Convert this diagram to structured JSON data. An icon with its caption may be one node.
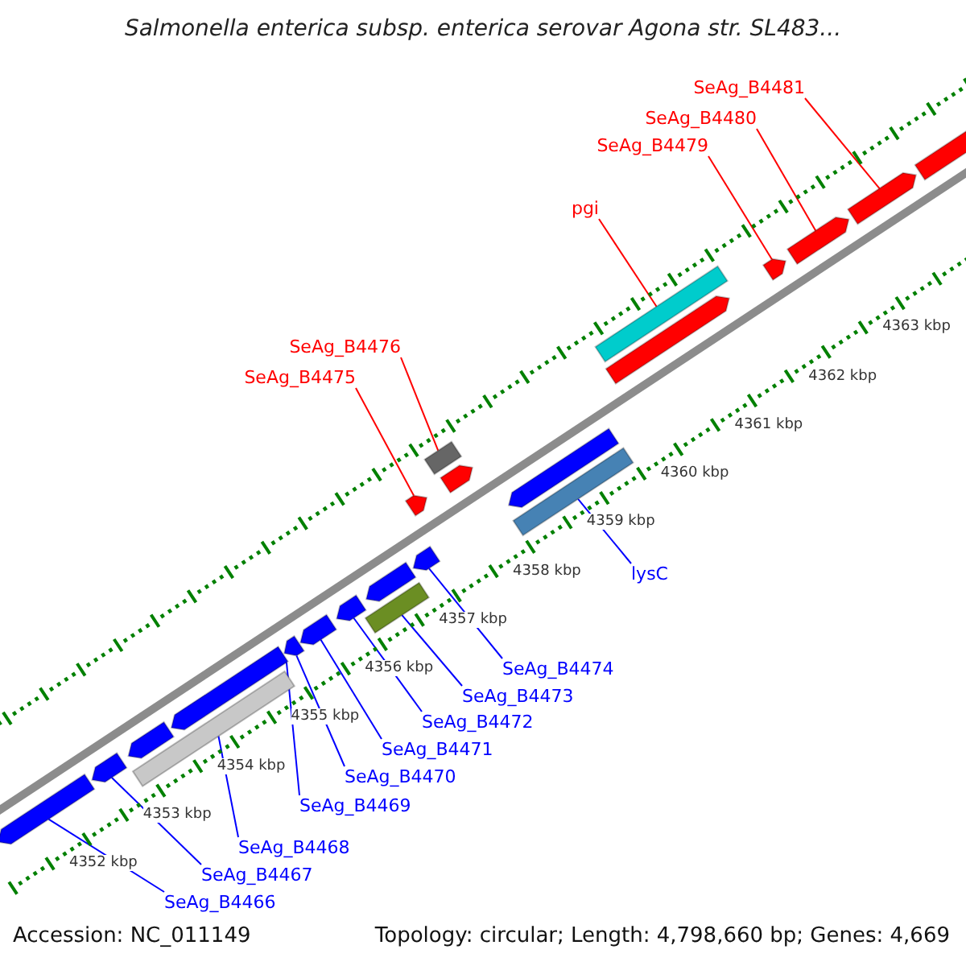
{
  "diagram": {
    "title": "Salmonella enterica subsp. enterica serovar Agona str. SL483...",
    "nodes": [
      {
        "text": [
          "SeAg_B4481"
        ]
      },
      {
        "text": [
          "SeAg_B4480"
        ]
      },
      {
        "text": [
          "SeAg_B4479"
        ]
      },
      {
        "text": [
          "pgi"
        ]
      },
      {
        "text": [
          "SeAg_B4476"
        ]
      },
      {
        "text": [
          "SeAg_B4475"
        ]
      },
      {
        "text": [
          "lysC"
        ]
      },
      {
        "text": [
          "SeAg_B4474"
        ]
      },
      {
        "text": [
          "SeAg_B4473"
        ]
      },
      {
        "text": [
          "SeAg_B4472"
        ]
      },
      {
        "text": [
          "SeAg_B4471"
        ]
      },
      {
        "text": [
          "SeAg_B4470"
        ]
      },
      {
        "text": [
          "SeAg_B4469"
        ]
      },
      {
        "text": [
          "SeAg_B4468"
        ]
      },
      {
        "text": [
          "SeAg_B4467"
        ]
      },
      {
        "text": [
          "SeAg_B4466"
        ]
      },
      {
        "text": [],
        "shape": "arrow"
      },
      {
        "text": [],
        "shape": "arrow"
      },
      {
        "text": [],
        "shape": "bar"
      },
      {
        "text": [],
        "shape": "arrow"
      },
      {
        "text": [],
        "shape": "arrow"
      },
      {
        "text": [],
        "shape": "arrow"
      },
      {
        "text": [],
        "shape": "arrow"
      },
      {
        "text": [],
        "shape": "arrow"
      },
      {
        "text": [],
        "shape": "bar"
      },
      {
        "text": [],
        "shape": "arrow"
      },
      {
        "text": [],
        "shape": "arrow"
      },
      {
        "text": [],
        "shape": "arrow"
      },
      {
        "text": [],
        "shape": "bar"
      },
      {
        "text": [],
        "shape": "arrow"
      },
      {
        "text": [],
        "shape": "arrow"
      },
      {
        "text": [],
        "shape": "bar"
      },
      {
        "text": [],
        "shape": "bar"
      },
      {
        "text": [],
        "shape": "arrow"
      },
      {
        "text": [],
        "shape": "arrow"
      },
      {
        "text": [],
        "shape": "arrow"
      },
      {
        "text": [],
        "shape": "arrow"
      },
      {
        "text": [],
        "shape": "arrow"
      }
    ],
    "edges": [
      {
        "from": 0,
        "to": 36,
        "arrow": "none",
        "color": "#ff0000"
      },
      {
        "from": 1,
        "to": 35,
        "arrow": "none",
        "color": "#ff0000"
      },
      {
        "from": 2,
        "to": 34,
        "arrow": "none",
        "color": "#ff0000"
      },
      {
        "from": 3,
        "to": 32,
        "arrow": "none",
        "color": "#ff0000"
      },
      {
        "from": 4,
        "to": 28,
        "arrow": "none",
        "color": "#ff0000"
      },
      {
        "from": 5,
        "to": 27,
        "arrow": "none",
        "color": "#ff0000"
      },
      {
        "from": 6,
        "to": 31,
        "arrow": "none"
      },
      {
        "from": 7,
        "to": 26,
        "arrow": "none"
      },
      {
        "from": 8,
        "to": 24,
        "arrow": "none"
      },
      {
        "from": 9,
        "to": 23,
        "arrow": "none"
      },
      {
        "from": 10,
        "to": 22,
        "arrow": "none"
      },
      {
        "from": 11,
        "to": 21,
        "arrow": "none"
      },
      {
        "from": 12,
        "to": 20,
        "arrow": "none"
      },
      {
        "from": 13,
        "to": 18,
        "arrow": "none"
      },
      {
        "from": 14,
        "to": 17,
        "arrow": "none"
      },
      {
        "from": 15,
        "to": 16,
        "arrow": "none"
      }
    ],
    "labels": [
      "4352 kbp",
      "4353 kbp",
      "4354 kbp",
      "4355 kbp",
      "4356 kbp",
      "4357 kbp",
      "4358 kbp",
      "4359 kbp",
      "4360 kbp",
      "4361 kbp",
      "4362 kbp",
      "4363 kbp",
      "Accession: NC_011149",
      "Topology: circular; Length: 4,798,660 bp; Genes: 4,669"
    ]
  }
}
